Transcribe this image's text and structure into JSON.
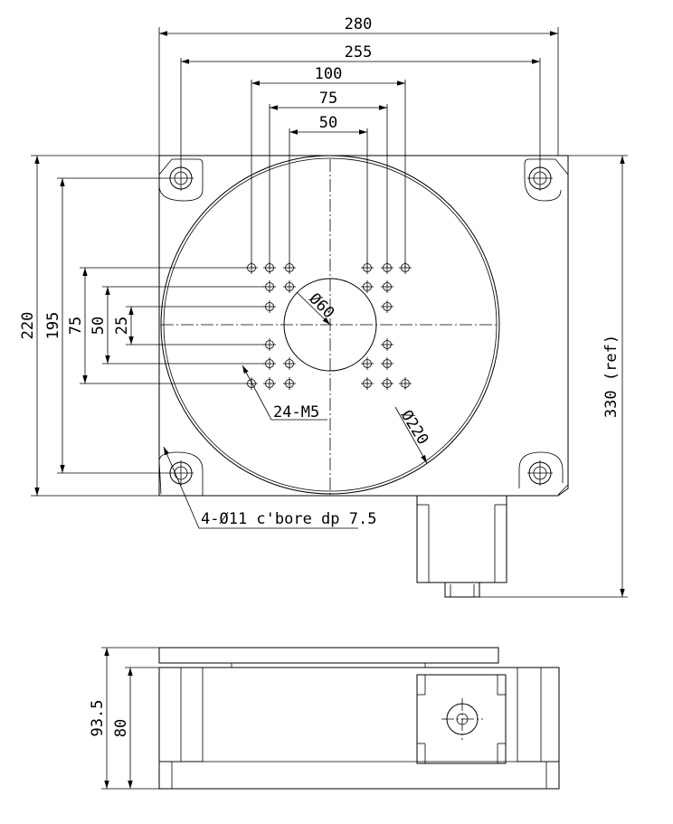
{
  "dimensions": {
    "width_280": "280",
    "width_255": "255",
    "width_100": "100",
    "width_75": "75",
    "width_50": "50",
    "height_220": "220",
    "height_195": "195",
    "height_75": "75",
    "height_50": "50",
    "height_25": "25",
    "overall_330": "330 (ref)",
    "side_93_5": "93.5",
    "side_80": "80"
  },
  "callouts": {
    "center_bore": "Ø60",
    "table_dia": "Ø220",
    "tapped_holes": "24-M5",
    "mount_holes": "4-Ø11 c'bore dp 7.5"
  }
}
